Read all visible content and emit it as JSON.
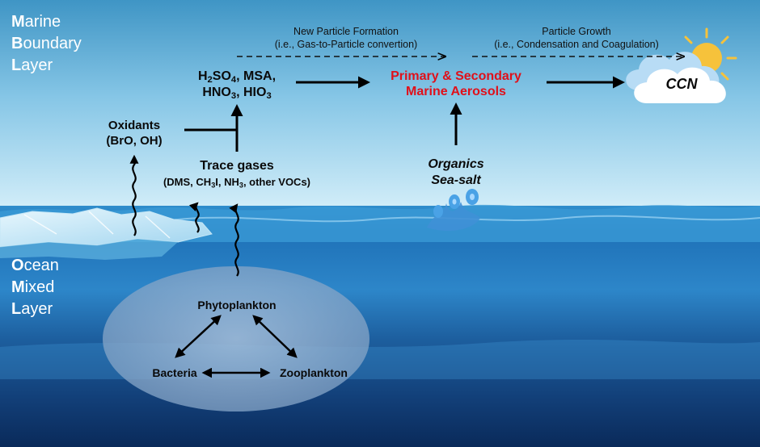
{
  "layers": {
    "mbl": [
      {
        "initial": "M",
        "rest": "arine"
      },
      {
        "initial": "B",
        "rest": "oundary"
      },
      {
        "initial": "L",
        "rest": "ayer"
      }
    ],
    "oml": [
      {
        "initial": "O",
        "rest": "cean"
      },
      {
        "initial": "M",
        "rest": "ixed"
      },
      {
        "initial": "L",
        "rest": "ayer"
      }
    ]
  },
  "processes": {
    "npf": {
      "title": "New Particle Formation",
      "detail": "(i.e., Gas-to-Particle convertion)"
    },
    "growth": {
      "title": "Particle Growth",
      "detail": "(i.e., Condensation and Coagulation)"
    }
  },
  "nodes": {
    "acids": {
      "line1": {
        "a": "H",
        "a_sub": "2",
        "b": "SO",
        "b_sub": "4",
        "c": ", MSA,"
      },
      "line2": {
        "a": "HNO",
        "a_sub": "3",
        "b": ", HIO",
        "b_sub": "3"
      }
    },
    "aerosols": {
      "line1": "Primary & Secondary",
      "line2": "Marine Aerosols"
    },
    "ccn": "CCN",
    "oxidants": {
      "line1": "Oxidants",
      "line2": "(BrO, OH)"
    },
    "trace_gases": {
      "title": "Trace gases",
      "detail": {
        "a": "(DMS, CH",
        "a_sub": "3",
        "b": "I, NH",
        "b_sub": "3",
        "c": ", other VOCs)"
      }
    },
    "organics": {
      "line1": "Organics",
      "line2": "Sea-salt"
    },
    "phytoplankton": "Phytoplankton",
    "bacteria": "Bacteria",
    "zooplankton": "Zooplankton"
  },
  "colors": {
    "sky_top": "#3f95c5",
    "sky_bottom": "#d3eef8",
    "ocean_top": "#2a86c8",
    "ocean_deep": "#0b2f63",
    "ellipse": "#8aa8c8",
    "highlight": "#e0101a",
    "sun": "#f6c23b"
  }
}
